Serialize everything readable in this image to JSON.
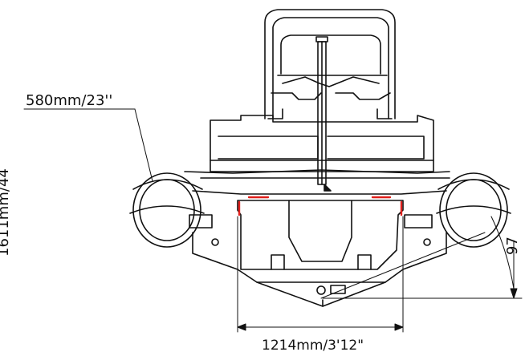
{
  "figure": {
    "dimensions": {
      "wheel_diameter": "580mm/23''",
      "track_width": "1214mm/3'12\"",
      "left_vertical_partial": "1611mm/44",
      "right_angle_partial": "97"
    }
  }
}
